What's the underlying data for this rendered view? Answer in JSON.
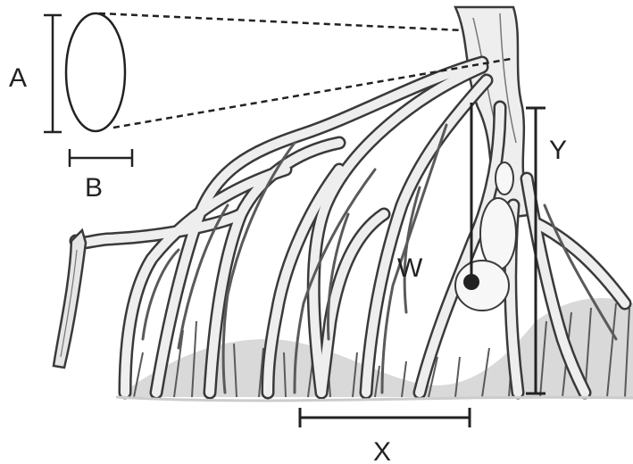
{
  "labels": {
    "a": "A",
    "b": "B",
    "w": "W",
    "x": "X",
    "y": "Y"
  },
  "colors": {
    "ink": "#222222",
    "root_fill": "#eeeeee",
    "root_stroke": "#5a5a5a",
    "root_dark": "#3a3a3a"
  }
}
